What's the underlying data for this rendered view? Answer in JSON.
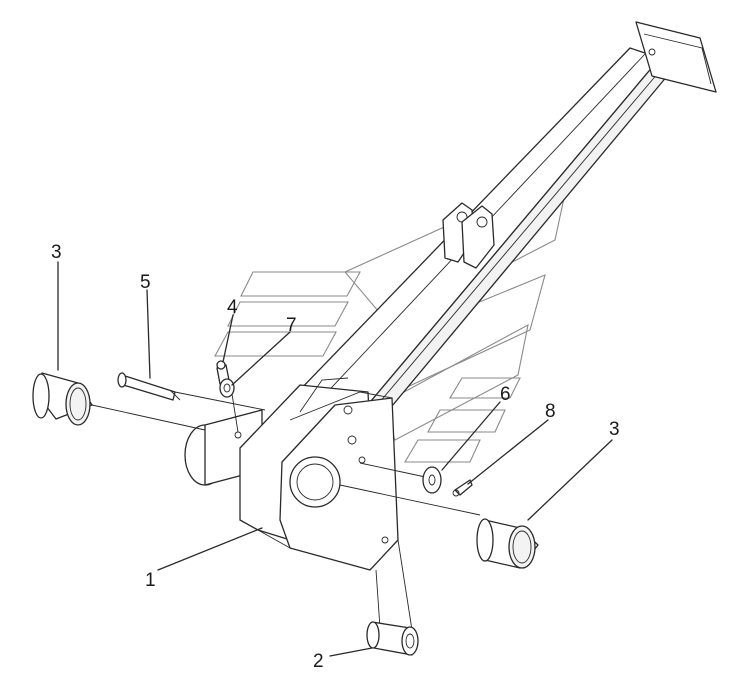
{
  "callouts": [
    {
      "id": "c1",
      "text": "1"
    },
    {
      "id": "c2",
      "text": "2"
    },
    {
      "id": "c3a",
      "text": "3"
    },
    {
      "id": "c3b",
      "text": "3"
    },
    {
      "id": "c4",
      "text": "4"
    },
    {
      "id": "c5",
      "text": "5"
    },
    {
      "id": "c6",
      "text": "6"
    },
    {
      "id": "c7",
      "text": "7"
    },
    {
      "id": "c8",
      "text": "8"
    }
  ],
  "colors": {
    "line": "#2a2a2a",
    "part_fill": "#ffffff",
    "shade": "#e6e6e6",
    "watermark": "#8a8a8a"
  }
}
